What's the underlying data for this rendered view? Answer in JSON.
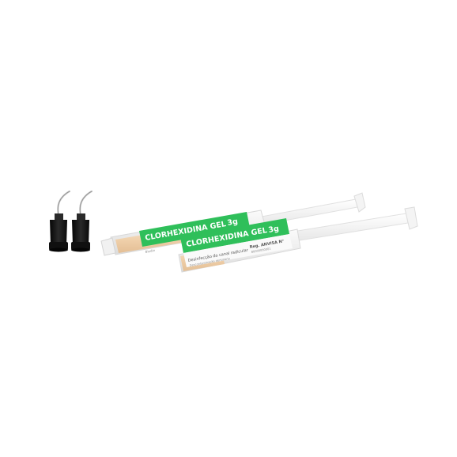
{
  "product": {
    "label_name": "CLORHEXIDINA GEL",
    "label_weight": "3g",
    "label_subtitle": "Desinfecção do canal radicular",
    "label_subtitle_small": "Descontaminação dentinária",
    "label_registry": "Reg. ANVISA N°",
    "label_registry_number": "80000000001",
    "label_brand_small": "Biodin",
    "label_color": "#2fbf5a",
    "gel_color": "#f1d6b6",
    "tip_color": "#1a1a1a"
  }
}
